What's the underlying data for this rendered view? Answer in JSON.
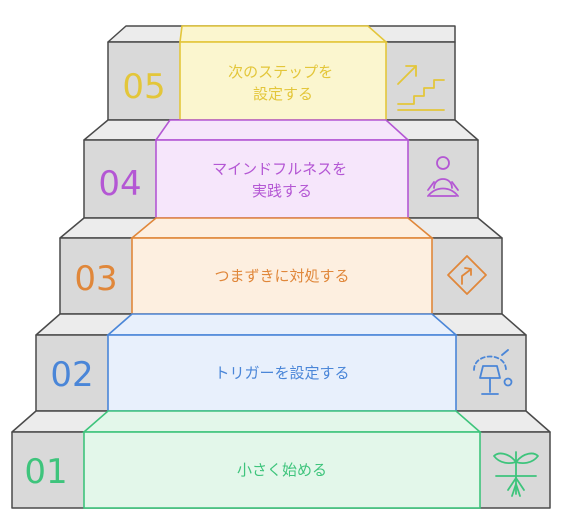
{
  "steps": [
    {
      "number": "01",
      "label": "小さく始める",
      "icon": "sprout-icon",
      "color": "#3ec47c",
      "fill": "#e3f7ea"
    },
    {
      "number": "02",
      "label": "トリガーを設定する",
      "icon": "lamp-icon",
      "color": "#4a86d8",
      "fill": "#e8f0fc"
    },
    {
      "number": "03",
      "label": "つまずきに対処する",
      "icon": "detour-sign-icon",
      "color": "#e0873a",
      "fill": "#fdefe0"
    },
    {
      "number": "04",
      "label_lines": [
        "マインドフルネスを",
        "実践する"
      ],
      "icon": "meditation-icon",
      "color": "#b457d4",
      "fill": "#f6e6fb"
    },
    {
      "number": "05",
      "label_lines": [
        "次のステップを",
        "設定する"
      ],
      "icon": "stairs-icon",
      "color": "#e3c63a",
      "fill": "#fbf6cf"
    }
  ]
}
